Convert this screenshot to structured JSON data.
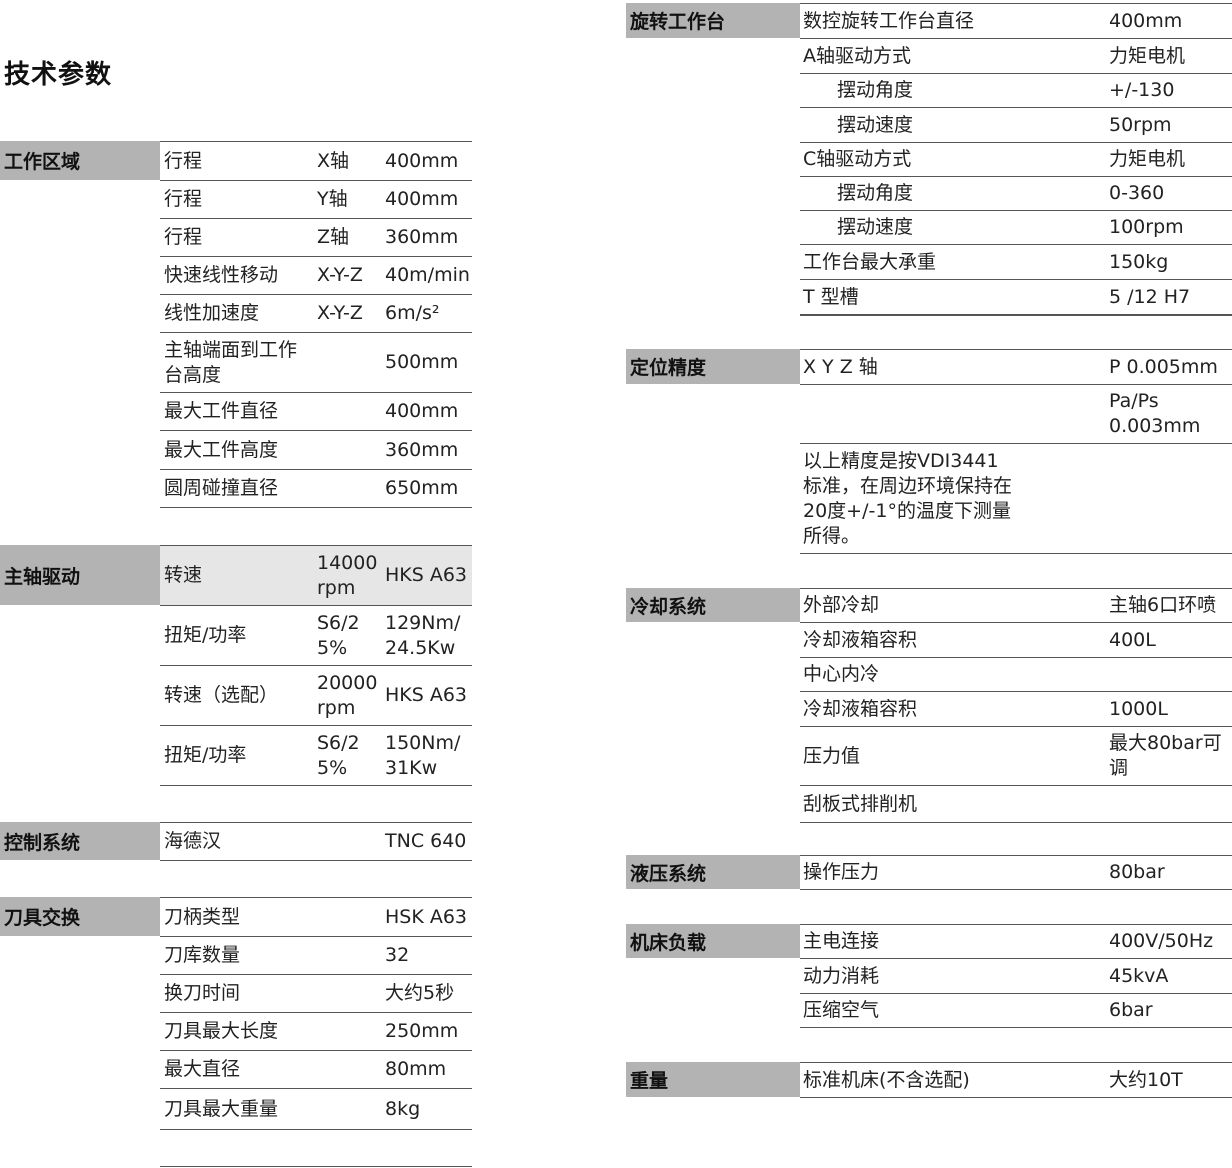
{
  "page_title": "技术参数",
  "left": {
    "work_area": {
      "label": "工作区域",
      "rows": [
        [
          "行程",
          "X轴",
          "400mm"
        ],
        [
          "行程",
          "Y轴",
          "400mm"
        ],
        [
          "行程",
          "Z轴",
          "360mm"
        ],
        [
          "快速线性移动",
          "X-Y-Z",
          "40m/min"
        ],
        [
          "线性加速度",
          "X-Y-Z",
          "6m/s²"
        ],
        [
          "主轴端面到工作台高度",
          "",
          "500mm"
        ],
        [
          "最大工件直径",
          "",
          "400mm"
        ],
        [
          "最大工件高度",
          "",
          "360mm"
        ],
        [
          "圆周碰撞直径",
          "",
          "650mm"
        ]
      ]
    },
    "spindle": {
      "label": "主轴驱动",
      "rows": [
        [
          "转速",
          "14000rpm",
          "HKS A63"
        ],
        [
          "扭矩/功率",
          "S6/25%",
          "129Nm/24.5Kw"
        ],
        [
          "转速（选配）",
          "20000rpm",
          "HKS A63"
        ],
        [
          "扭矩/功率",
          "S6/25%",
          "150Nm/31Kw"
        ]
      ]
    },
    "control": {
      "label": "控制系统",
      "rows": [
        [
          "海德汉",
          "",
          "TNC 640"
        ]
      ]
    },
    "tool": {
      "label": "刀具交换",
      "rows": [
        [
          "刀柄类型",
          "",
          "HSK A63"
        ],
        [
          "刀库数量",
          "",
          "32"
        ],
        [
          "换刀时间",
          "",
          "大约5秒"
        ],
        [
          "刀具最大长度",
          "",
          "250mm"
        ],
        [
          "最大直径",
          "",
          "80mm"
        ],
        [
          "刀具最大重量",
          "",
          "8kg"
        ]
      ]
    }
  },
  "right": {
    "rotary": {
      "label": "旋转工作台",
      "rows": [
        [
          "数控旋转工作台直径",
          "400mm"
        ],
        [
          "A轴驱动方式",
          "力矩电机"
        ],
        [
          "摆动角度",
          "+/-130"
        ],
        [
          "摆动速度",
          "50rpm"
        ],
        [
          "C轴驱动方式",
          "力矩电机"
        ],
        [
          "摆动角度",
          "0-360"
        ],
        [
          "摆动速度",
          "100rpm"
        ],
        [
          "工作台最大承重",
          "150kg"
        ],
        [
          "T 型槽",
          "5 /12 H7"
        ]
      ]
    },
    "accuracy": {
      "label": "定位精度",
      "rows": [
        [
          "X Y Z 轴",
          "P 0.005mm"
        ],
        [
          "",
          "Pa/Ps 0.003mm"
        ],
        [
          "以上精度是按VDI3441标准，在周边环境保持在20度+/-1°的温度下测量所得。",
          ""
        ]
      ]
    },
    "cooling": {
      "label": "冷却系统",
      "rows": [
        [
          "外部冷却",
          "主轴6口环喷"
        ],
        [
          "冷却液箱容积",
          "400L"
        ],
        [
          "中心内冷",
          ""
        ],
        [
          "冷却液箱容积",
          "1000L"
        ],
        [
          "压力值",
          "最大80bar可调"
        ],
        [
          "刮板式排削机",
          ""
        ]
      ]
    },
    "hydraulic": {
      "label": "液压系统",
      "rows": [
        [
          "操作压力",
          "80bar"
        ]
      ]
    },
    "load": {
      "label": "机床负载",
      "rows": [
        [
          "主电连接",
          "400V/50Hz"
        ],
        [
          "动力消耗",
          "45kvA"
        ],
        [
          "压缩空气",
          "6bar"
        ]
      ]
    },
    "weight": {
      "label": "重量",
      "rows": [
        [
          "标准机床(不含选配)",
          "大约10T"
        ]
      ]
    }
  }
}
